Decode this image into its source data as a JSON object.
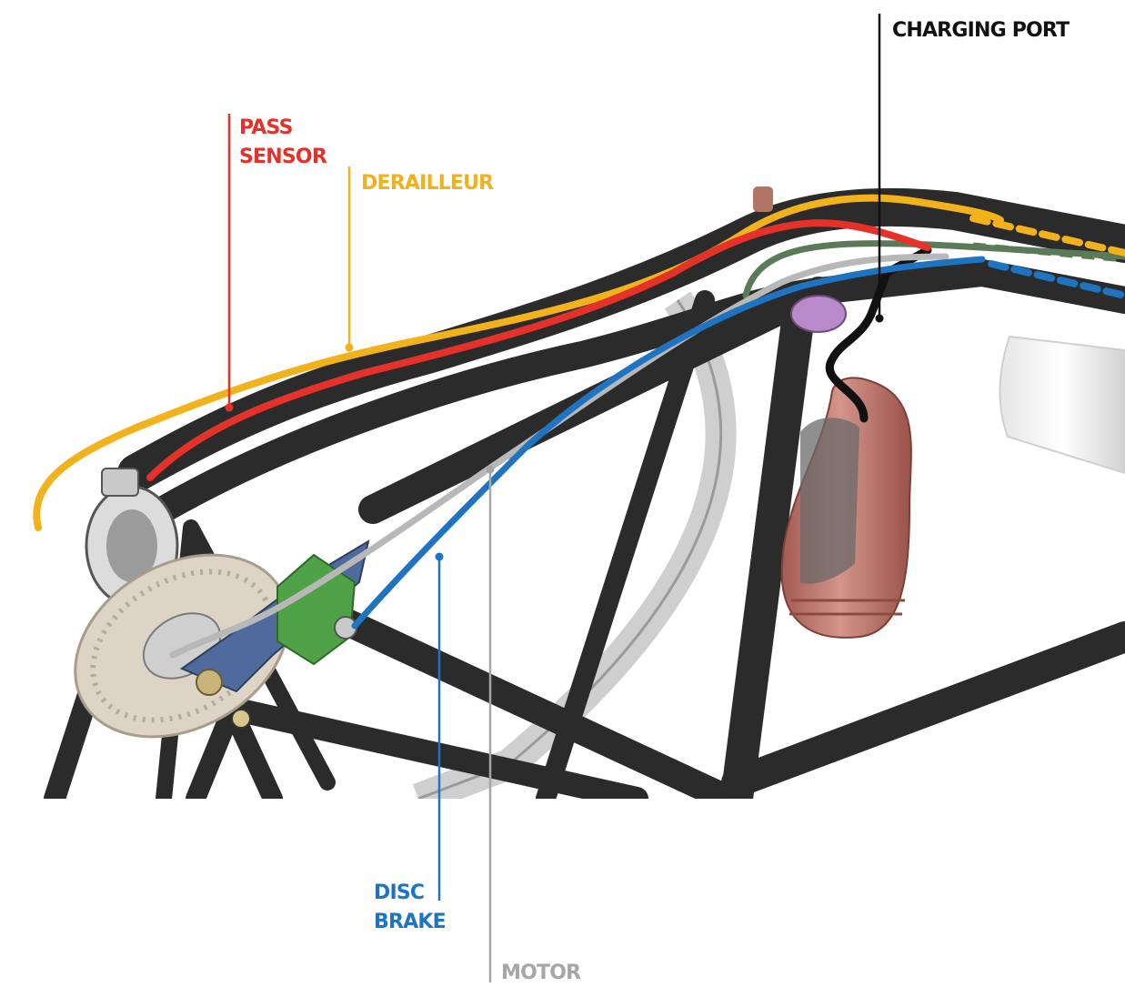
{
  "colors": {
    "pass_sensor": "#e4322b",
    "derailleur": "#f2b21b",
    "disc_brake": "#1f74c2",
    "motor": "#a6a6a6",
    "charging_port": "#111111",
    "frame": "#2b2b2b",
    "battery": "#c07a6f",
    "green_cable": "#5b7b58",
    "caliper_green": "#4fa247",
    "dropout_blue": "#4f6a9c"
  },
  "callouts": [
    {
      "id": "pass-sensor",
      "line1": "PASS",
      "line2": "SENSOR"
    },
    {
      "id": "derailleur",
      "line1": "DERAILLEUR",
      "line2": ""
    },
    {
      "id": "charging-port",
      "line1": "CHARGING PORT",
      "line2": ""
    },
    {
      "id": "disc-brake",
      "line1": "DISC",
      "line2": "BRAKE"
    },
    {
      "id": "motor",
      "line1": "MOTOR",
      "line2": ""
    }
  ]
}
